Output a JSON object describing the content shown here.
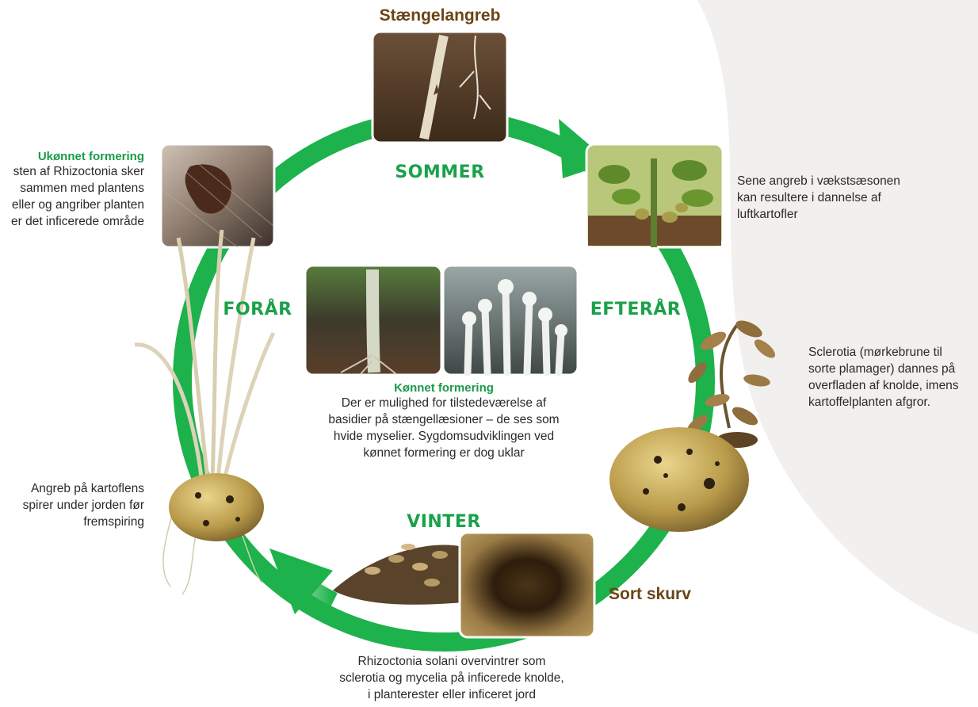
{
  "colors": {
    "cycle_green": "#1db24b",
    "season_green": "#1aa14a",
    "title_brown": "#6b4416",
    "background_shape": "#f2f0ee"
  },
  "seasons": {
    "summer": "SOMMER",
    "spring": "FORÅR",
    "autumn": "EFTERÅR",
    "winter": "VINTER"
  },
  "titles": {
    "stem_attack": "Stængelangreb",
    "black_scurf": "Sort skurv"
  },
  "asexual": {
    "heading": "Ukønnet formering",
    "lines": [
      "sten af Rhizoctonia sker",
      "sammen med plantens",
      "eller og angriber planten",
      "er det inficerede område"
    ]
  },
  "sexual": {
    "heading": "Kønnet formering",
    "lines": [
      "Der er mulighed for tilstedeværelse af",
      "basidier på stængellæsioner – de ses som",
      "hvide myselier. Sygdomsudviklingen ved",
      "kønnet formering er dog uklar"
    ]
  },
  "late_attack": {
    "lines": [
      "Sene angreb i vækstsæsonen",
      "kan resultere i dannelse af",
      "luftkartofler"
    ]
  },
  "sclerotia": {
    "lines": [
      "Sclerotia (mørkebrune til",
      "sorte plamager) dannes på",
      "overfladen af knolde, imens",
      "kartoffelplanten afgror."
    ]
  },
  "sprout_attack": {
    "lines": [
      "Angreb på kartoflens",
      "spirer under jorden før",
      "fremspiring"
    ]
  },
  "overwinter": {
    "lines": [
      "Rhizoctonia solani overvintrer som",
      "sclerotia og mycelia på inficerede knolde,",
      "i planterester eller inficeret jord"
    ]
  },
  "icons": {
    "stem_photo": "stem-lesion-photo",
    "leaf_lesion_photo": "leaf-lesion-photo",
    "aerial_tuber_photo": "aerial-tuber-plant-photo",
    "withered_plant": "withered-plant-illustration",
    "tuber": "potato-tuber-illustration",
    "sprouting_tuber": "sprouting-potato-illustration",
    "stem_base_photo": "stem-base-photo",
    "basidia_photo": "white-basidia-photo",
    "scurf_photo": "black-scurf-closeup-photo",
    "debris": "plant-debris-illustration",
    "cycle_arrows": "cycle-arrow"
  }
}
